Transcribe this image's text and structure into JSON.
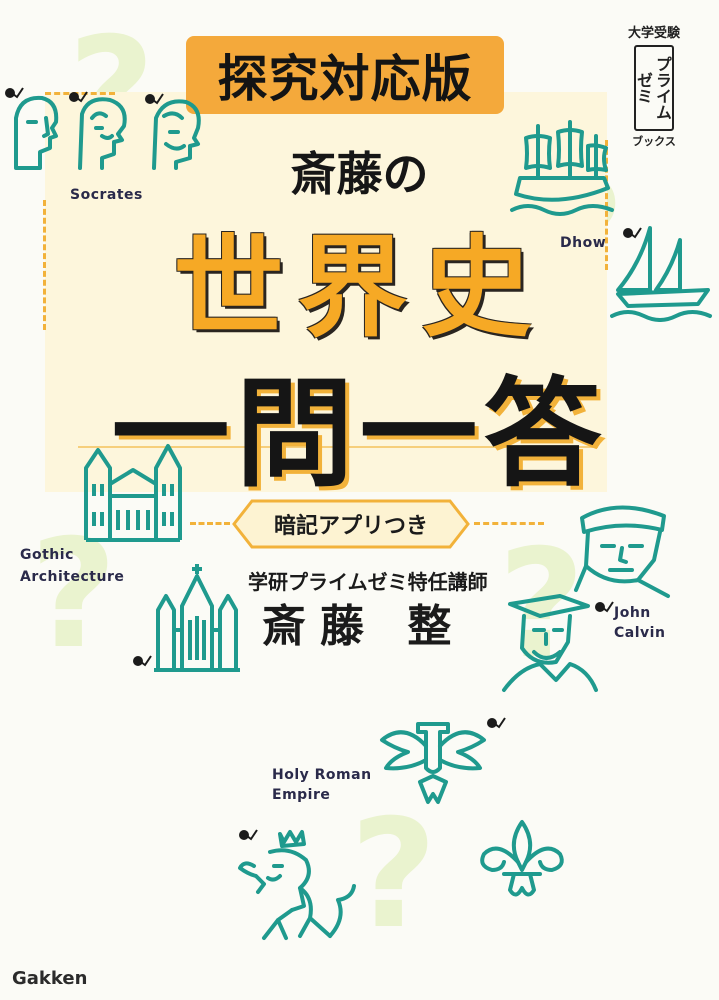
{
  "badge": {
    "text": "探究対応版"
  },
  "title": {
    "author_prefix": "斎藤の",
    "line1": "世界史",
    "line2": "一問一答"
  },
  "app_badge": "暗記アプリつき",
  "author": {
    "role": "学研プライムゼミ特任講師",
    "name": "斎藤 整"
  },
  "series": {
    "top": "大学受験",
    "box": "プライムゼミ",
    "bottom": "ブックス"
  },
  "labels": {
    "socrates": "Socrates",
    "dhow": "Dhow",
    "gothic_line1": "Gothic",
    "gothic_line2": "Architecture",
    "calvin_line1": "John",
    "calvin_line2": "Calvin",
    "hre_line1": "Holy Roman",
    "hre_line2": "Empire"
  },
  "publisher": "Gakken",
  "colors": {
    "accent_orange": "#f4a93b",
    "teal_line": "#1f9a8e",
    "pale_green": "#eaf3cf",
    "panel_yellow": "#fdf6dc"
  }
}
